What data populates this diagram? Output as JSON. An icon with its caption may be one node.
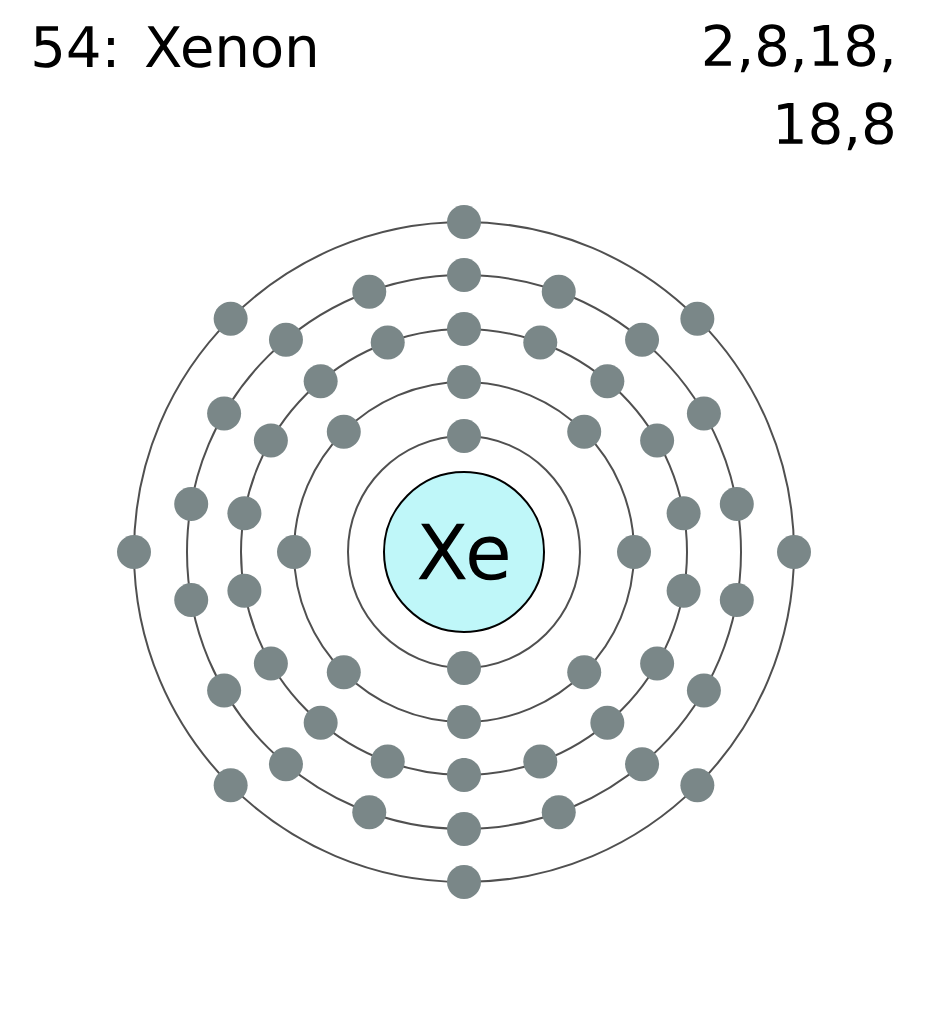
{
  "diagram": {
    "title": "54: Xenon",
    "nodes": [
      {
        "text": [
          "Xe"
        ]
      }
    ],
    "labels": [
      "2,8,18, 18,8"
    ]
  }
}
